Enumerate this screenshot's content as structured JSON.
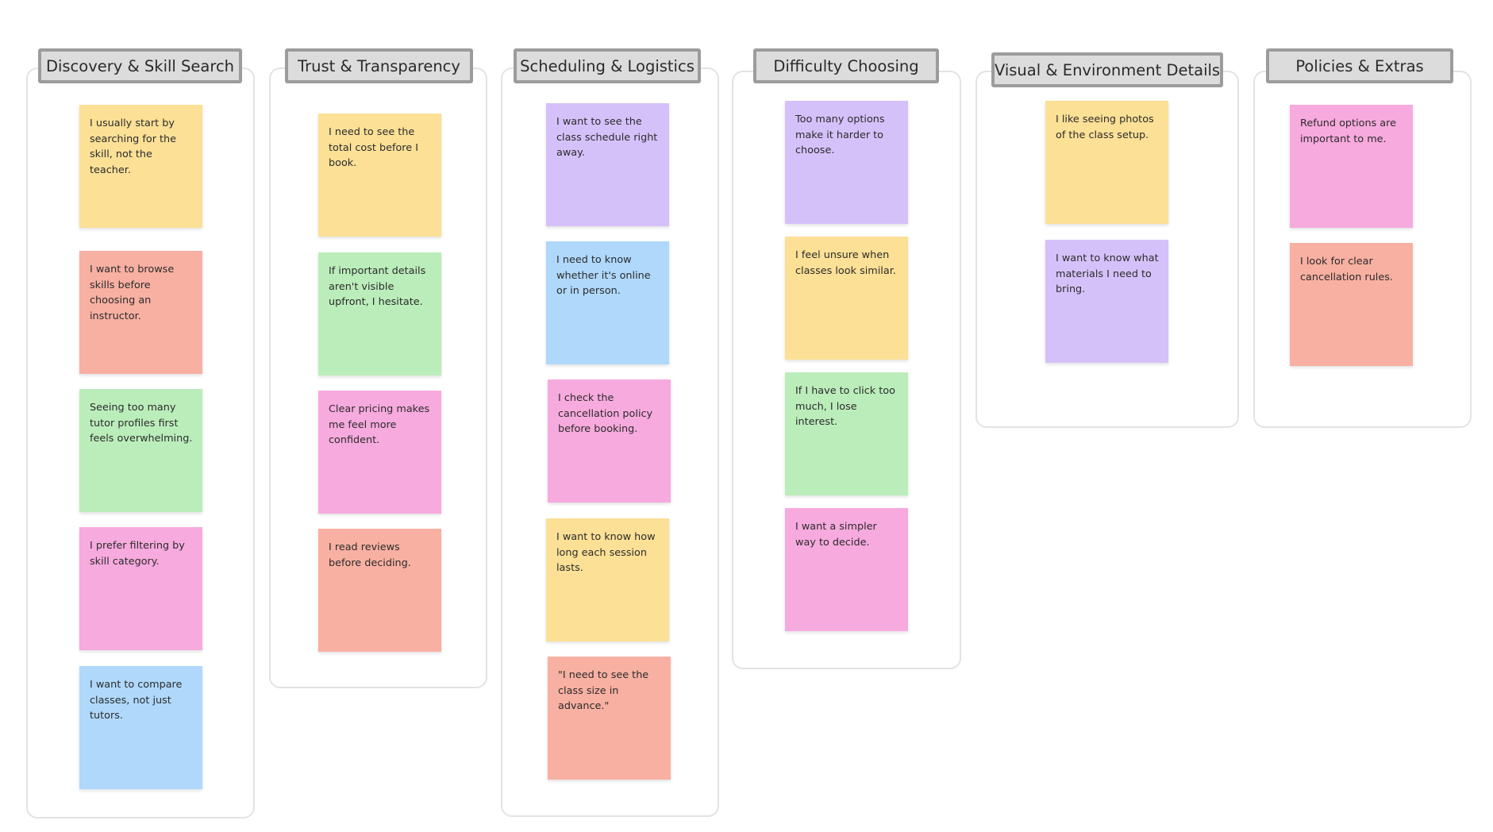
{
  "board": {
    "columns": [
      {
        "title": "Discovery & Skill Search",
        "notes": [
          {
            "text": "I usually start by searching for the skill, not the teacher.",
            "color": "#fbe096"
          },
          {
            "text": "I want to browse skills before choosing an instructor.",
            "color": "#f8b0a2"
          },
          {
            "text": "Seeing too many tutor profiles first feels overwhelming.",
            "color": "#bbedbb"
          },
          {
            "text": "I prefer filtering by skill category.",
            "color": "#f7aade"
          },
          {
            "text": "I want to compare classes, not just tutors.",
            "color": "#afd8fb"
          }
        ]
      },
      {
        "title": "Trust & Transparency",
        "notes": [
          {
            "text": "I need to see the total cost before I book.",
            "color": "#fbe096"
          },
          {
            "text": "If important details aren't visible upfront, I hesitate.",
            "color": "#bbedbb"
          },
          {
            "text": "Clear pricing makes me feel more confident.",
            "color": "#f7aade"
          },
          {
            "text": "I read reviews before deciding.",
            "color": "#f8b0a2"
          }
        ]
      },
      {
        "title": "Scheduling & Logistics",
        "notes": [
          {
            "text": "I want to see the class schedule right away.",
            "color": "#d5c1fa"
          },
          {
            "text": "I need to know whether it's online or in person.",
            "color": "#afd8fb"
          },
          {
            "text": "I check the cancellation policy before booking.",
            "color": "#f7aade"
          },
          {
            "text": "I want to know how long each session lasts.",
            "color": "#fbe096"
          },
          {
            "text": "\"I need to see the class size in advance.\"",
            "color": "#f8b0a2"
          }
        ]
      },
      {
        "title": "Difficulty Choosing",
        "notes": [
          {
            "text": "Too many options make it harder to choose.",
            "color": "#d5c1fa"
          },
          {
            "text": "I feel unsure when classes look similar.",
            "color": "#fbe096"
          },
          {
            "text": "If I have to click too much, I lose interest.",
            "color": "#bbedbb"
          },
          {
            "text": "I want a simpler way to decide.",
            "color": "#f7aade"
          }
        ]
      },
      {
        "title": "Visual & Environment Details",
        "notes": [
          {
            "text": "I like seeing photos of the class setup.",
            "color": "#fbe096"
          },
          {
            "text": "I want to know what materials I need to bring.",
            "color": "#d5c1fa"
          }
        ]
      },
      {
        "title": "Policies & Extras",
        "notes": [
          {
            "text": "Refund options are important to me.",
            "color": "#f7aade"
          },
          {
            "text": "I look for clear cancellation rules.",
            "color": "#f8b0a2"
          }
        ]
      }
    ]
  }
}
